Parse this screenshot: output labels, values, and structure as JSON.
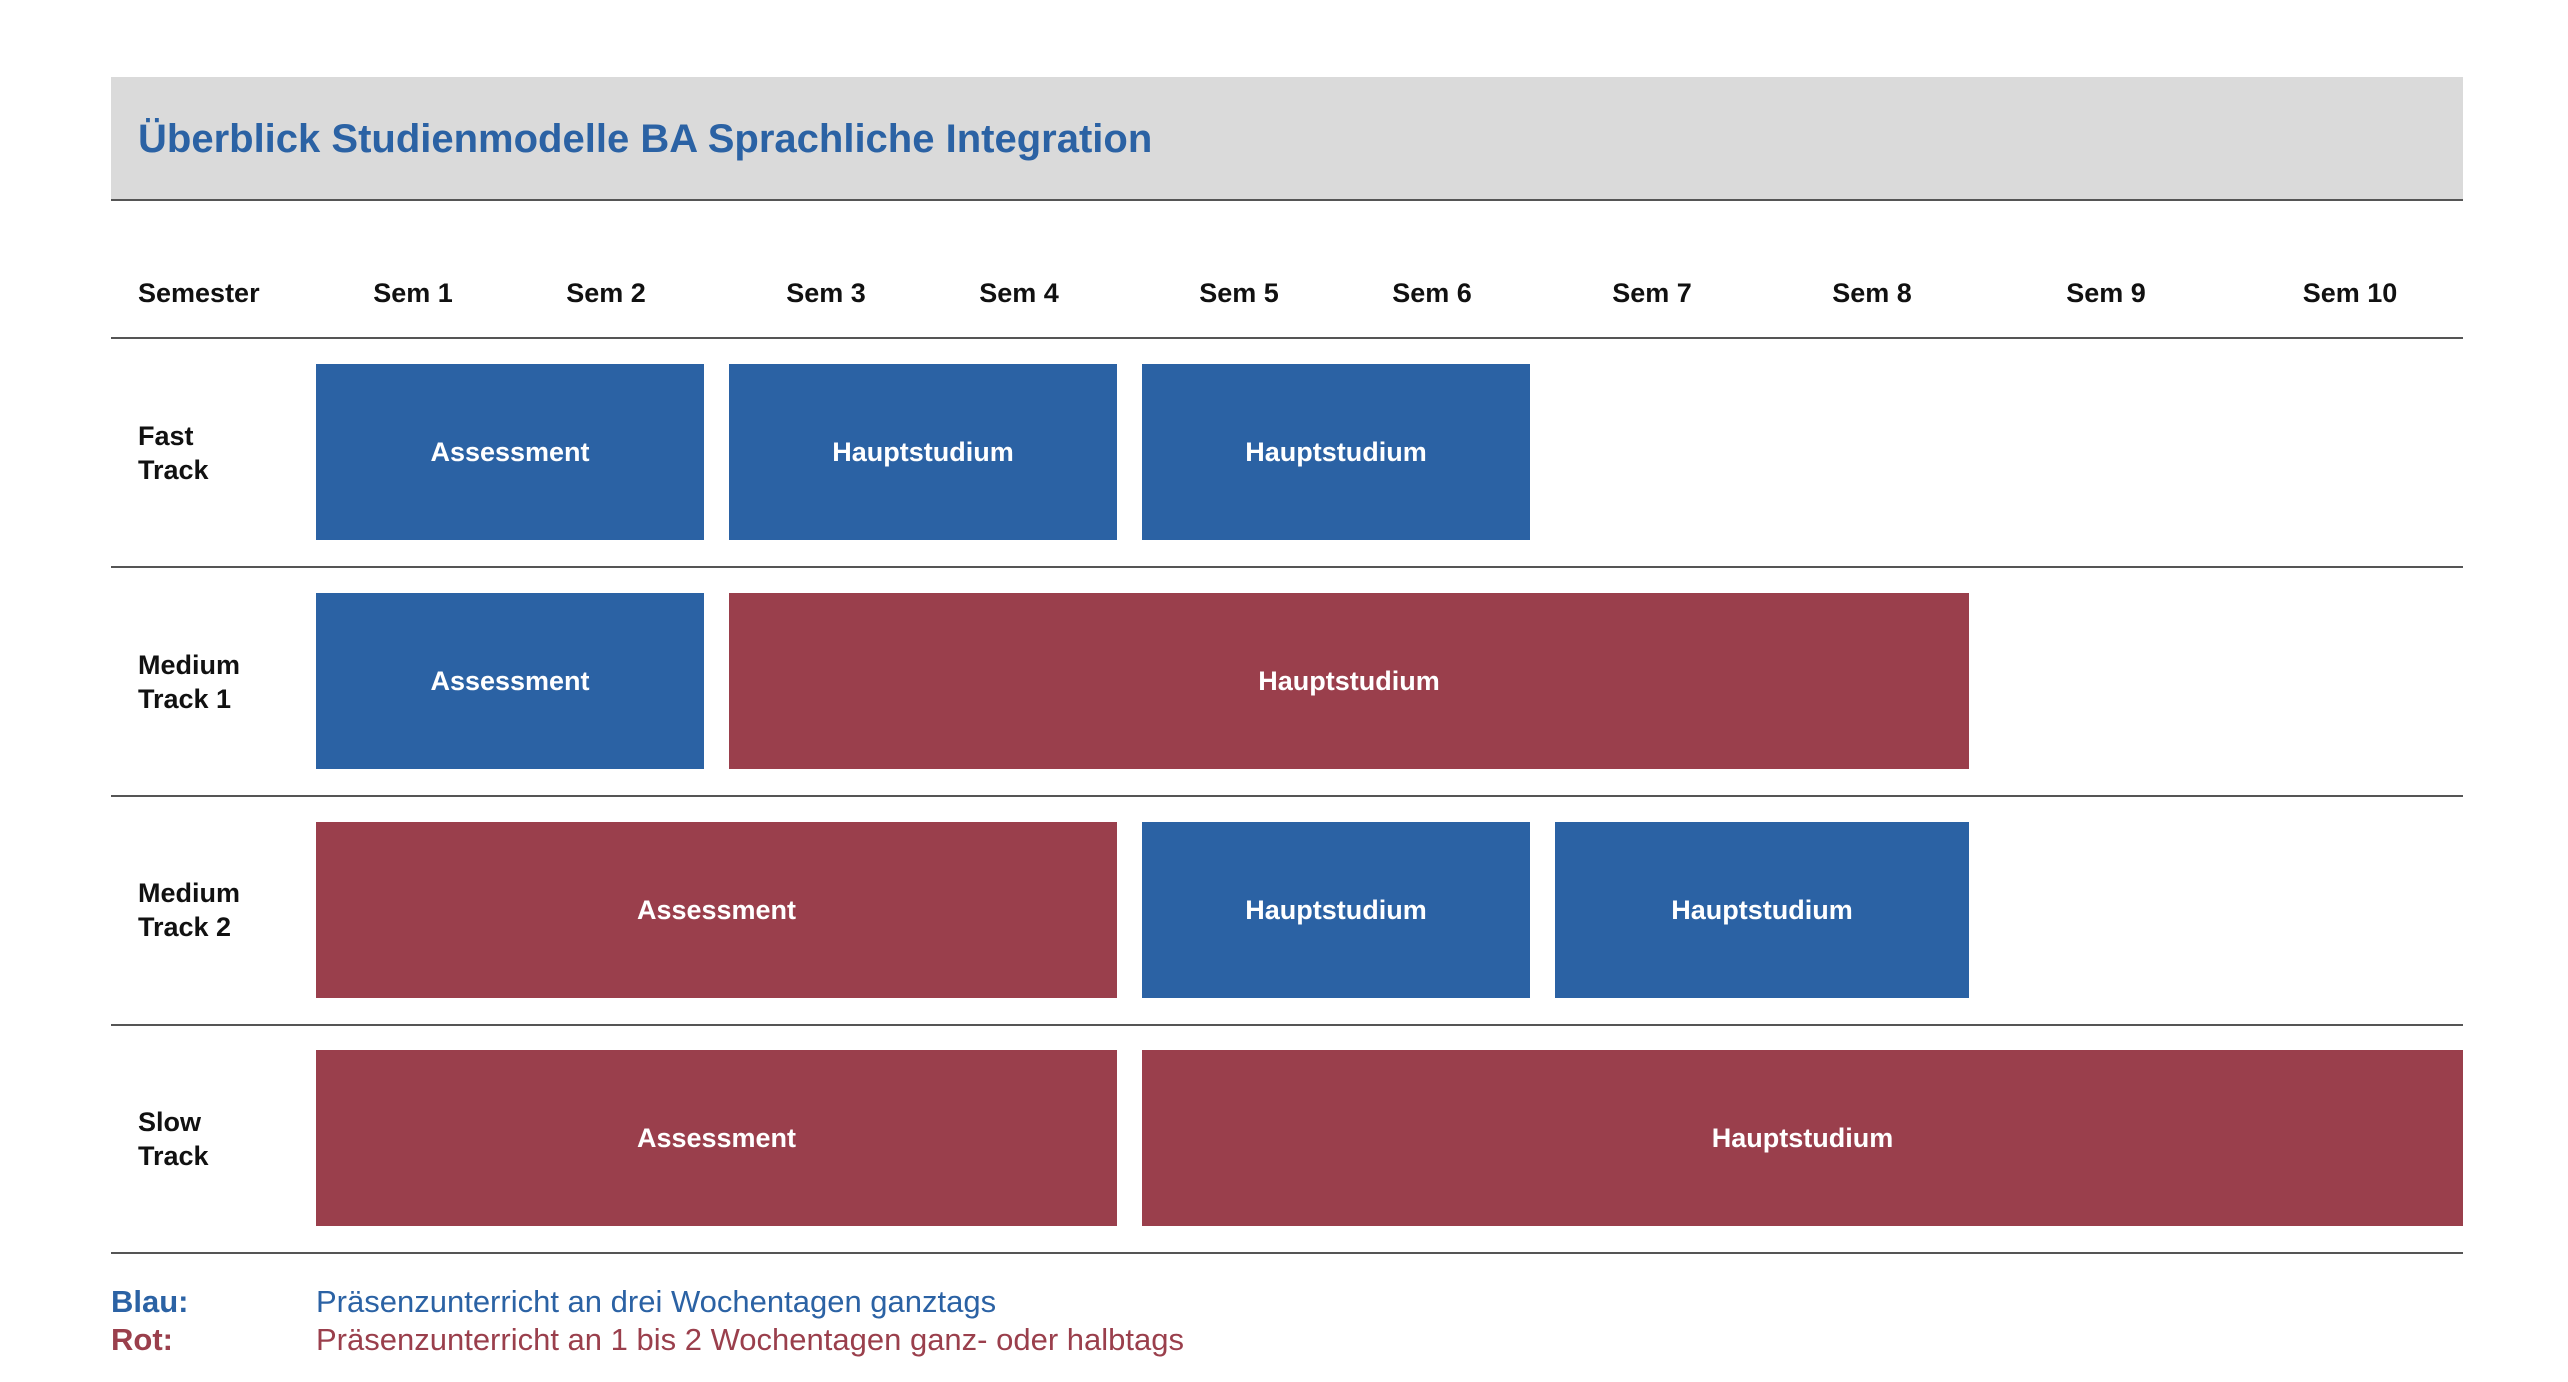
{
  "title": "Überblick Studienmodelle BA Sprachliche Integration",
  "colors": {
    "blue": "#2b62a4",
    "red": "#9a3f4c",
    "title_bar": "#dadada",
    "rule": "#555555"
  },
  "header": {
    "semester_label": "Semester",
    "semesters": [
      "Sem 1",
      "Sem 2",
      "Sem 3",
      "Sem 4",
      "Sem 5",
      "Sem 6",
      "Sem 7",
      "Sem 8",
      "Sem 9",
      "Sem 10"
    ]
  },
  "tracks": [
    {
      "label_line1": "Fast",
      "label_line2": "Track",
      "blocks": [
        {
          "label": "Assessment",
          "color": "blue"
        },
        {
          "label": "Hauptstudium",
          "color": "blue"
        },
        {
          "label": "Hauptstudium",
          "color": "blue"
        }
      ]
    },
    {
      "label_line1": "Medium",
      "label_line2": "Track 1",
      "blocks": [
        {
          "label": "Assessment",
          "color": "blue"
        },
        {
          "label": "Hauptstudium",
          "color": "red"
        }
      ]
    },
    {
      "label_line1": "Medium",
      "label_line2": "Track 2",
      "blocks": [
        {
          "label": "Assessment",
          "color": "red"
        },
        {
          "label": "Hauptstudium",
          "color": "blue"
        },
        {
          "label": "Hauptstudium",
          "color": "blue"
        }
      ]
    },
    {
      "label_line1": "Slow",
      "label_line2": "Track",
      "blocks": [
        {
          "label": "Assessment",
          "color": "red"
        },
        {
          "label": "Hauptstudium",
          "color": "red"
        }
      ]
    }
  ],
  "legend": [
    {
      "key": "Blau:",
      "description": "Präsenzunterricht an drei Wochentagen ganztags",
      "color": "blue"
    },
    {
      "key": "Rot:",
      "description": "Präsenzunterricht an 1 bis 2 Wochentagen ganz- oder halbtags",
      "color": "red"
    }
  ]
}
